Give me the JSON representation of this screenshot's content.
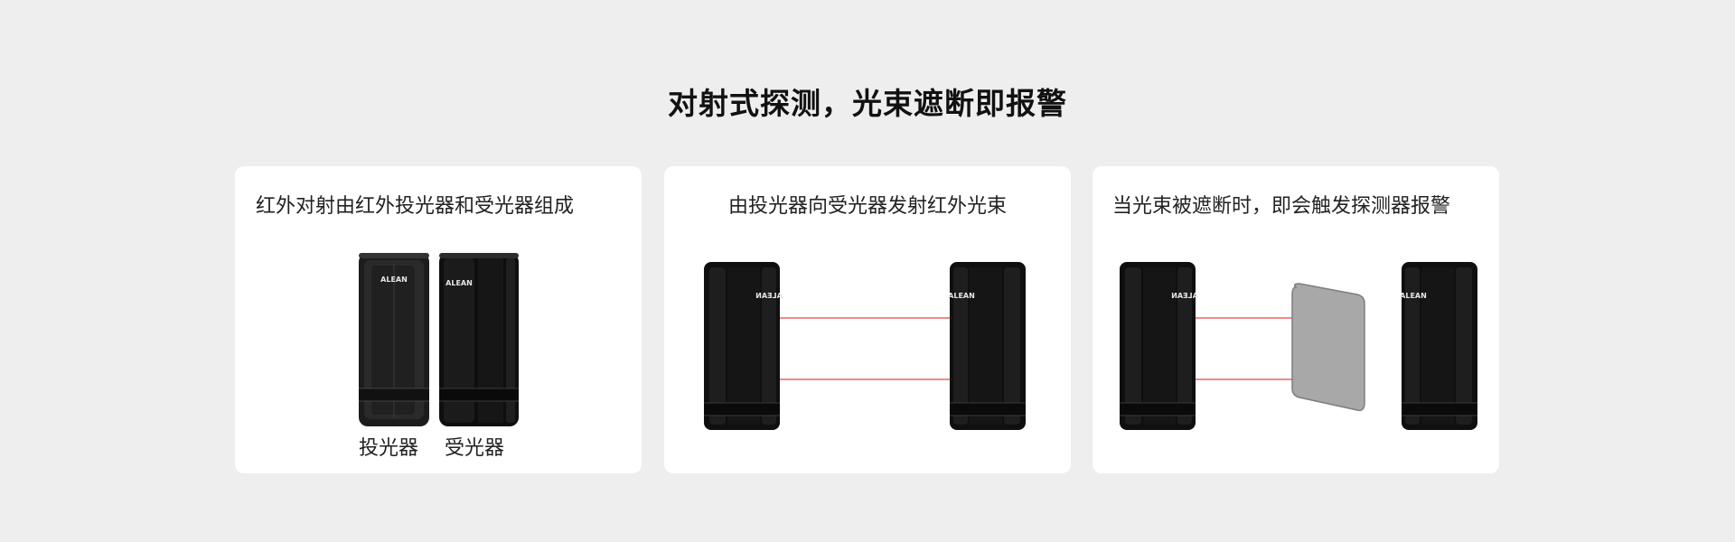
{
  "headline": "对射式探测，光束遮断即报警",
  "cards": [
    {
      "caption": "红外对射由红外投光器和受光器组成",
      "transmitter_label": "投光器",
      "receiver_label": "受光器",
      "brand": "ALEAN"
    },
    {
      "caption": "由投光器向受光器发射红外光束",
      "brand": "ALEAN"
    },
    {
      "caption": "当光束被遮断时，即会触发探测器报警",
      "brand": "ALEAN"
    }
  ],
  "colors": {
    "background": "#eeeeee",
    "card": "#ffffff",
    "device": "#141414",
    "beam": "#f08a8a",
    "obstacle": "#a8a8a8"
  }
}
